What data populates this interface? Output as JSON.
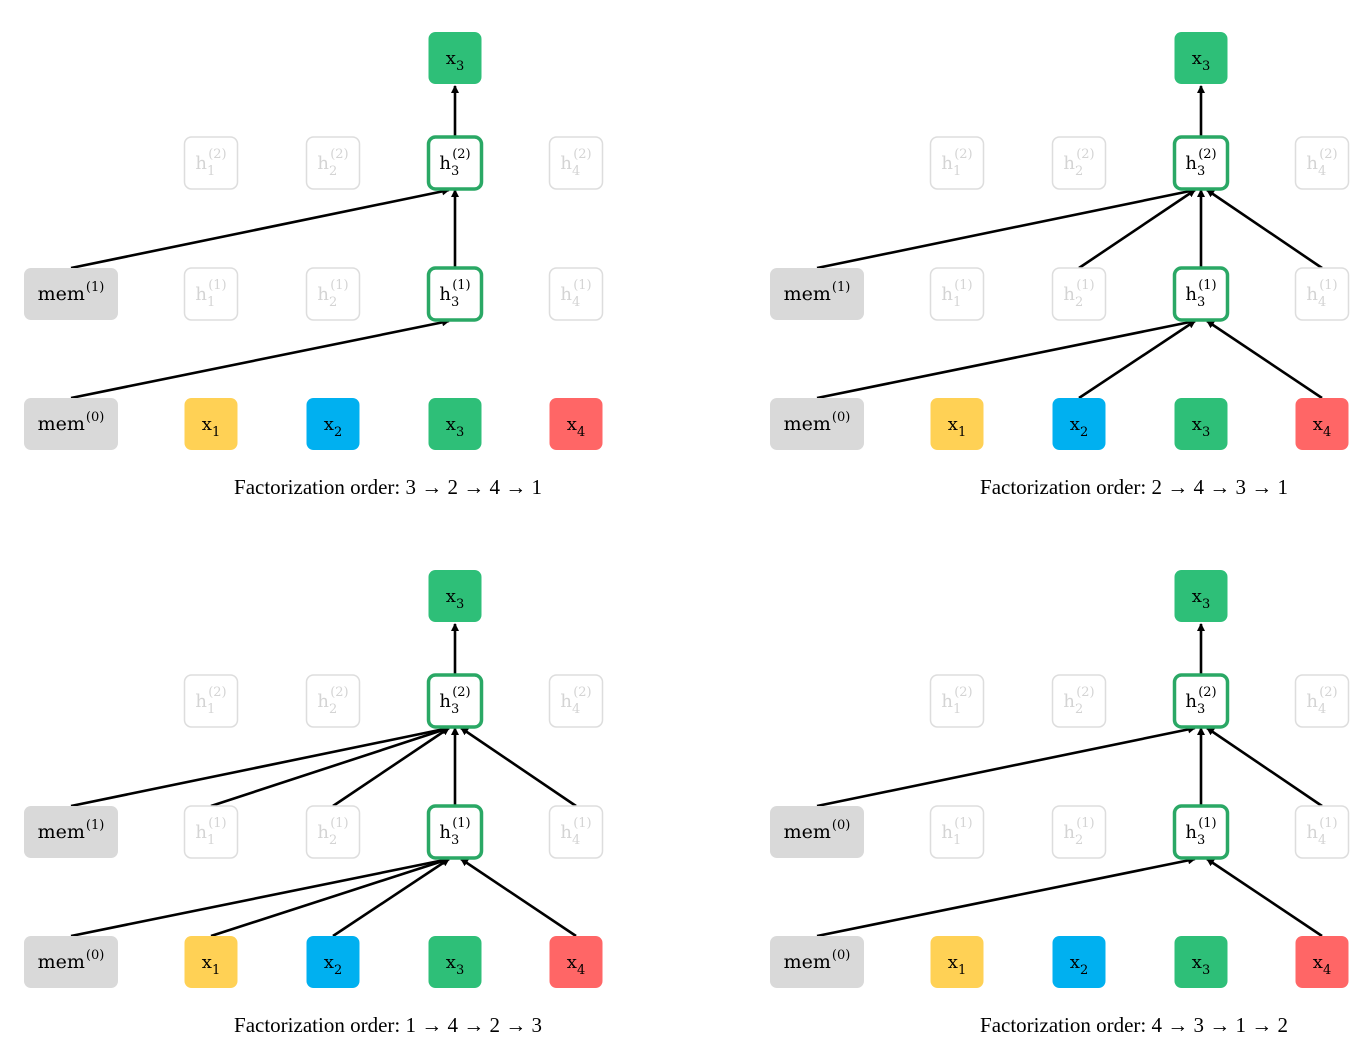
{
  "colors": {
    "mem": "#d9d9d9",
    "x1": "#ffd155",
    "x2": "#00b0f0",
    "x3": "#2ebf78",
    "x4": "#ff6666",
    "highlight_border": "#2aa865",
    "faded_border": "#dddddd",
    "faded_text": "#d4d4d4",
    "edge": "#000000"
  },
  "labels": {
    "mem": "mem",
    "h": "h",
    "x": "x",
    "layer1": "(1)",
    "layer2": "(2)",
    "layer0": "(0)",
    "positions": [
      "1",
      "2",
      "3",
      "4"
    ],
    "caption_prefix": "Factorization order:",
    "arrow": "→"
  },
  "panels": [
    {
      "order": [
        "3",
        "2",
        "4",
        "1"
      ],
      "mem_mid_sup": "(1)",
      "mem_bot_sup": "(0)",
      "layer1_sources": [
        "mem"
      ],
      "layer2_sources": [
        "mem",
        "h3"
      ]
    },
    {
      "order": [
        "2",
        "4",
        "3",
        "1"
      ],
      "mem_mid_sup": "(1)",
      "mem_bot_sup": "(0)",
      "layer1_sources": [
        "mem",
        "x2",
        "x4"
      ],
      "layer2_sources": [
        "mem",
        "h2",
        "h3",
        "h4"
      ]
    },
    {
      "order": [
        "1",
        "4",
        "2",
        "3"
      ],
      "mem_mid_sup": "(1)",
      "mem_bot_sup": "(0)",
      "layer1_sources": [
        "mem",
        "x1",
        "x2",
        "x4"
      ],
      "layer2_sources": [
        "mem",
        "h1",
        "h2",
        "h3",
        "h4"
      ]
    },
    {
      "order": [
        "4",
        "3",
        "1",
        "2"
      ],
      "mem_mid_sup": "(0)",
      "mem_bot_sup": "(0)",
      "layer1_sources": [
        "mem",
        "x4"
      ],
      "layer2_sources": [
        "mem",
        "h3",
        "h4"
      ]
    }
  ]
}
